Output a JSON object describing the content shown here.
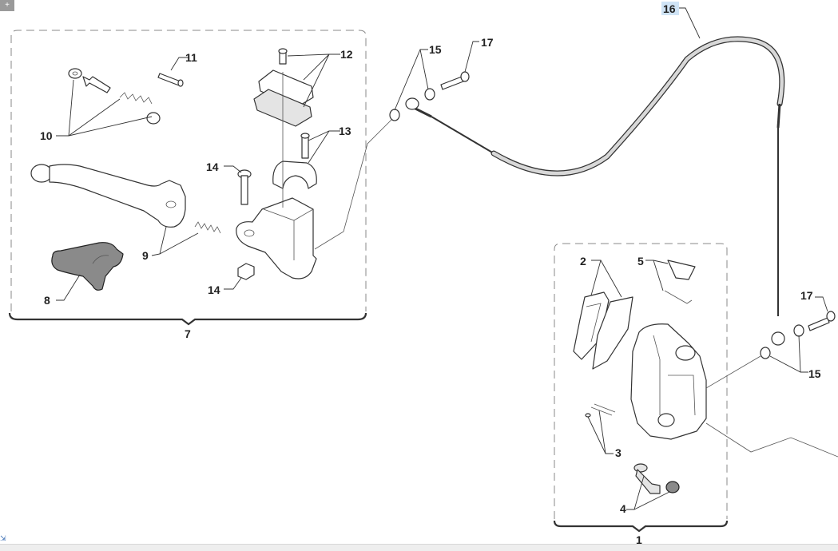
{
  "viewer": {
    "corner_button_glyph": "+",
    "corner_mark": "⇲"
  },
  "callouts": {
    "c1": "1",
    "c2": "2",
    "c3": "3",
    "c4": "4",
    "c5": "5",
    "c7": "7",
    "c8": "8",
    "c9": "9",
    "c10": "10",
    "c11": "11",
    "c12": "12",
    "c13": "13",
    "c14a": "14",
    "c14b": "14",
    "c15a": "15",
    "c15b": "15",
    "c16": "16",
    "c17a": "17",
    "c17b": "17"
  },
  "highlighted_callout": "16",
  "colors": {
    "highlight": "#cfe3f5",
    "line": "#333333",
    "dash_frame": "#888888"
  }
}
